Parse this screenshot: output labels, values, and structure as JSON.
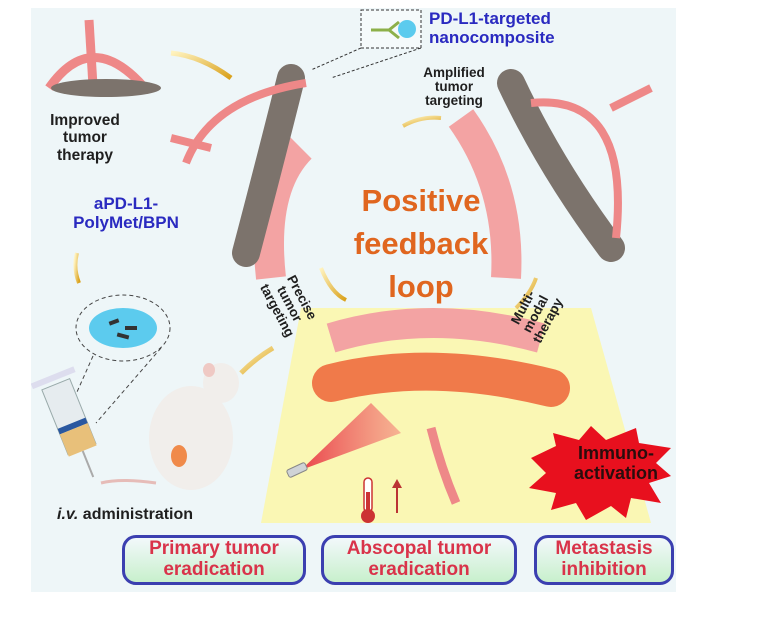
{
  "figure": {
    "top_left": {
      "result_label": [
        "Improved",
        "tumor",
        "therapy"
      ],
      "agent_label": [
        "aPD-L1-",
        "PolyMet/BPN"
      ]
    },
    "top_right": {
      "nanocomposite_label": [
        "PD-L1-targeted",
        "nanocomposite"
      ],
      "amplified_label": [
        "Amplified",
        "tumor",
        "targeting"
      ]
    },
    "center": {
      "title_lines": [
        "Positive",
        "feedback",
        "loop"
      ]
    },
    "loop_steps": {
      "precise": [
        "Precise",
        "tumor",
        "targeting"
      ],
      "multimodal": [
        "Multi-",
        "modal",
        "therapy"
      ]
    },
    "administration": {
      "route_italic": "i.v.",
      "route_text": " administration"
    },
    "immuno_burst": [
      "Immuno-",
      "activation"
    ],
    "outcomes": [
      {
        "line1": "Primary tumor",
        "line2": "eradication"
      },
      {
        "line1": "Abscopal tumor",
        "line2": "eradication"
      },
      {
        "line1": "Metastasis",
        "line2": "inhibition"
      }
    ],
    "colors": {
      "title_orange": "#e0661f",
      "label_blue": "#2a2ac0",
      "outcome_red": "#d9334a",
      "outcome_border": "#3b3fb0",
      "burst_red": "#e8101e",
      "vessel_pink": "#f08a8a"
    }
  }
}
